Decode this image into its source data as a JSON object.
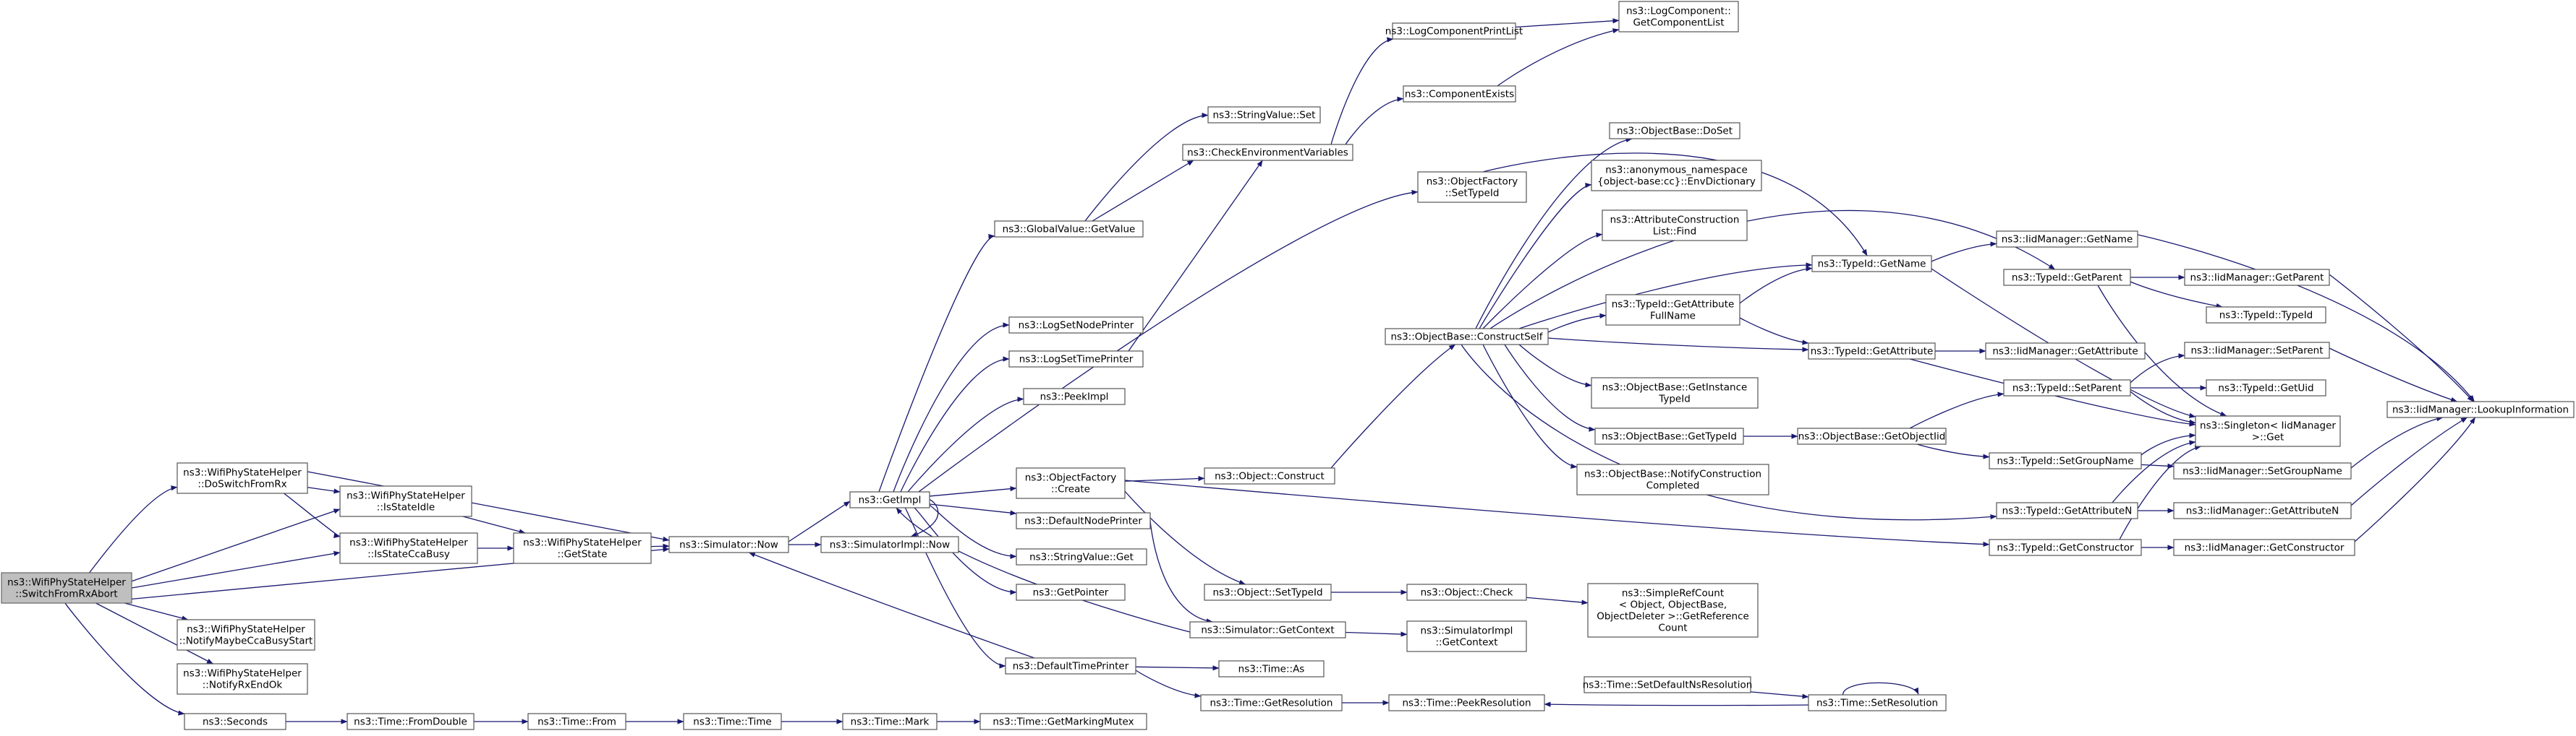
{
  "colors": {
    "edge": "#191970",
    "node_border": "#555555",
    "root_fill": "#bfbfbf",
    "node_fill": "#ffffff"
  },
  "nodes": {
    "n_root": [
      "ns3::WifiPhyStateHelper",
      "::SwitchFromRxAbort"
    ],
    "n_doswitch": [
      "ns3::WifiPhyStateHelper",
      "::DoSwitchFromRx"
    ],
    "n_idle": [
      "ns3::WifiPhyStateHelper",
      "::IsStateIdle"
    ],
    "n_ccabusy": [
      "ns3::WifiPhyStateHelper",
      "::IsStateCcaBusy"
    ],
    "n_maybecca": [
      "ns3::WifiPhyStateHelper",
      "::NotifyMaybeCcaBusyStart"
    ],
    "n_rxendok": [
      "ns3::WifiPhyStateHelper",
      "::NotifyRxEndOk"
    ],
    "n_seconds": [
      "ns3::Seconds"
    ],
    "n_getstate": [
      "ns3::WifiPhyStateHelper",
      "::GetState"
    ],
    "n_now": [
      "ns3::Simulator::Now"
    ],
    "n_fromdouble": [
      "ns3::Time::FromDouble"
    ],
    "n_from": [
      "ns3::Time::From"
    ],
    "n_time": [
      "ns3::Time::Time"
    ],
    "n_mark": [
      "ns3::Time::Mark"
    ],
    "n_markmutex": [
      "ns3::Time::GetMarkingMutex"
    ],
    "n_getimpl": [
      "ns3::GetImpl"
    ],
    "n_simimplnow": [
      "ns3::SimulatorImpl::Now"
    ],
    "n_gv_getvalue": [
      "ns3::GlobalValue::GetValue"
    ],
    "n_logsetnode": [
      "ns3::LogSetNodePrinter"
    ],
    "n_logsettime": [
      "ns3::LogSetTimePrinter"
    ],
    "n_peekimpl": [
      "ns3::PeekImpl"
    ],
    "n_of_create": [
      "ns3::ObjectFactory",
      "::Create"
    ],
    "n_defnodeprinter": [
      "ns3::DefaultNodePrinter"
    ],
    "n_sv_get": [
      "ns3::StringValue::Get"
    ],
    "n_getpointer": [
      "ns3::GetPointer"
    ],
    "n_deftimeprinter": [
      "ns3::DefaultTimePrinter"
    ],
    "n_sv_set": [
      "ns3::StringValue::Set"
    ],
    "n_checkenv": [
      "ns3::CheckEnvironmentVariables"
    ],
    "n_of_settypeid": [
      "ns3::ObjectFactory",
      "::SetTypeId"
    ],
    "n_logcompprint": [
      "ns3::LogComponentPrintList"
    ],
    "n_compexists": [
      "ns3::ComponentExists"
    ],
    "n_getcomplist": [
      "ns3::LogComponent::",
      "GetComponentList"
    ],
    "n_obj_construct": [
      "ns3::Object::Construct"
    ],
    "n_obj_settypeid": [
      "ns3::Object::SetTypeId"
    ],
    "n_sim_getcontext": [
      "ns3::Simulator::GetContext"
    ],
    "n_time_as": [
      "ns3::Time::As"
    ],
    "n_time_getres": [
      "ns3::Time::GetResolution"
    ],
    "n_constructself": [
      "ns3::ObjectBase::ConstructSelf"
    ],
    "n_obj_check": [
      "ns3::Object::Check"
    ],
    "n_simimpl_getcontext": [
      "ns3::SimulatorImpl",
      "::GetContext"
    ],
    "n_peekres": [
      "ns3::Time::PeekResolution"
    ],
    "n_doset": [
      "ns3::ObjectBase::DoSet"
    ],
    "n_envdict": [
      "ns3::anonymous_namespace",
      "{object-base:cc}::EnvDictionary"
    ],
    "n_attrfind": [
      "ns3::AttributeConstruction",
      "List::Find"
    ],
    "n_getattrfull": [
      "ns3::TypeId::GetAttribute",
      "FullName"
    ],
    "n_getinsttypeid": [
      "ns3::ObjectBase::GetInstance",
      "TypeId"
    ],
    "n_ob_gettypeid": [
      "ns3::ObjectBase::GetTypeId"
    ],
    "n_notifyconst": [
      "ns3::ObjectBase::NotifyConstruction",
      "Completed"
    ],
    "n_simplerefcount": [
      "ns3::SimpleRefCount",
      "< Object, ObjectBase,",
      "ObjectDeleter >::GetReference",
      "Count"
    ],
    "n_setdefaultns": [
      "ns3::Time::SetDefaultNsResolution"
    ],
    "n_tid_getname": [
      "ns3::TypeId::GetName"
    ],
    "n_tid_getattr": [
      "ns3::TypeId::GetAttribute"
    ],
    "n_ob_getobjtid": [
      "ns3::ObjectBase::GetObjectIid"
    ],
    "n_tid_getattrn": [
      "ns3::TypeId::GetAttributeN"
    ],
    "n_tid_getctor": [
      "ns3::TypeId::GetConstructor"
    ],
    "n_setres": [
      "ns3::Time::SetResolution"
    ],
    "n_iid_getname": [
      "ns3::IidManager::GetName"
    ],
    "n_tid_getparent": [
      "ns3::TypeId::GetParent"
    ],
    "n_iid_getattr": [
      "ns3::IidManager::GetAttribute"
    ],
    "n_tid_setparent": [
      "ns3::TypeId::SetParent"
    ],
    "n_tid_setgroup": [
      "ns3::TypeId::SetGroupName"
    ],
    "n_iid_getparent": [
      "ns3::IidManager::GetParent"
    ],
    "n_tid_typeid": [
      "ns3::TypeId::TypeId"
    ],
    "n_iid_setparent": [
      "ns3::IidManager::SetParent"
    ],
    "n_tid_getuid": [
      "ns3::TypeId::GetUid"
    ],
    "n_singleton": [
      "ns3::Singleton< IidManager",
      ">::Get"
    ],
    "n_iid_setgroup": [
      "ns3::IidManager::SetGroupName"
    ],
    "n_iid_getattrn": [
      "ns3::IidManager::GetAttributeN"
    ],
    "n_iid_getctor": [
      "ns3::IidManager::GetConstructor"
    ],
    "n_lookup": [
      "ns3::IidManager::LookupInformation"
    ]
  }
}
